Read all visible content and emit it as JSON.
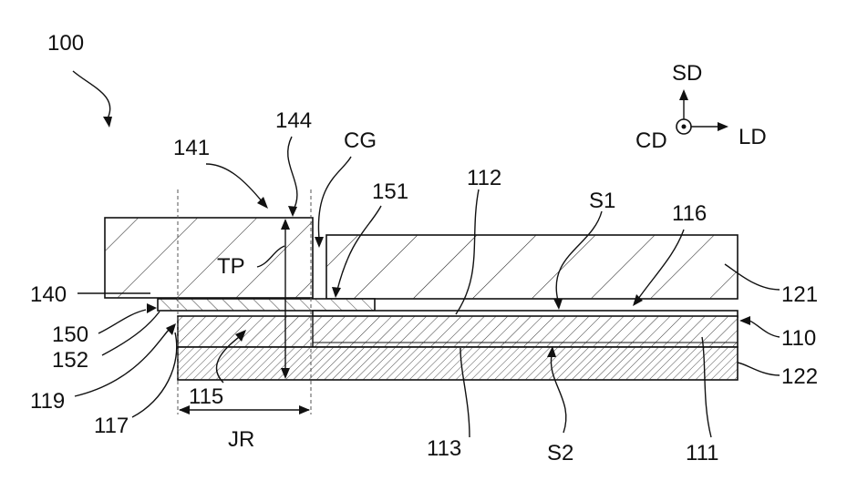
{
  "labels": {
    "fig": "100",
    "l141": "141",
    "l144": "144",
    "cg": "CG",
    "l151": "151",
    "l112": "112",
    "s1": "S1",
    "l116": "116",
    "sd": "SD",
    "cd": "CD",
    "ld": "LD",
    "tp": "TP",
    "l140": "140",
    "l150": "150",
    "l152": "152",
    "l119": "119",
    "l117": "117",
    "l115": "115",
    "jr": "JR",
    "l113": "113",
    "s2": "S2",
    "l111": "111",
    "l121": "121",
    "l110": "110",
    "l122": "122"
  }
}
